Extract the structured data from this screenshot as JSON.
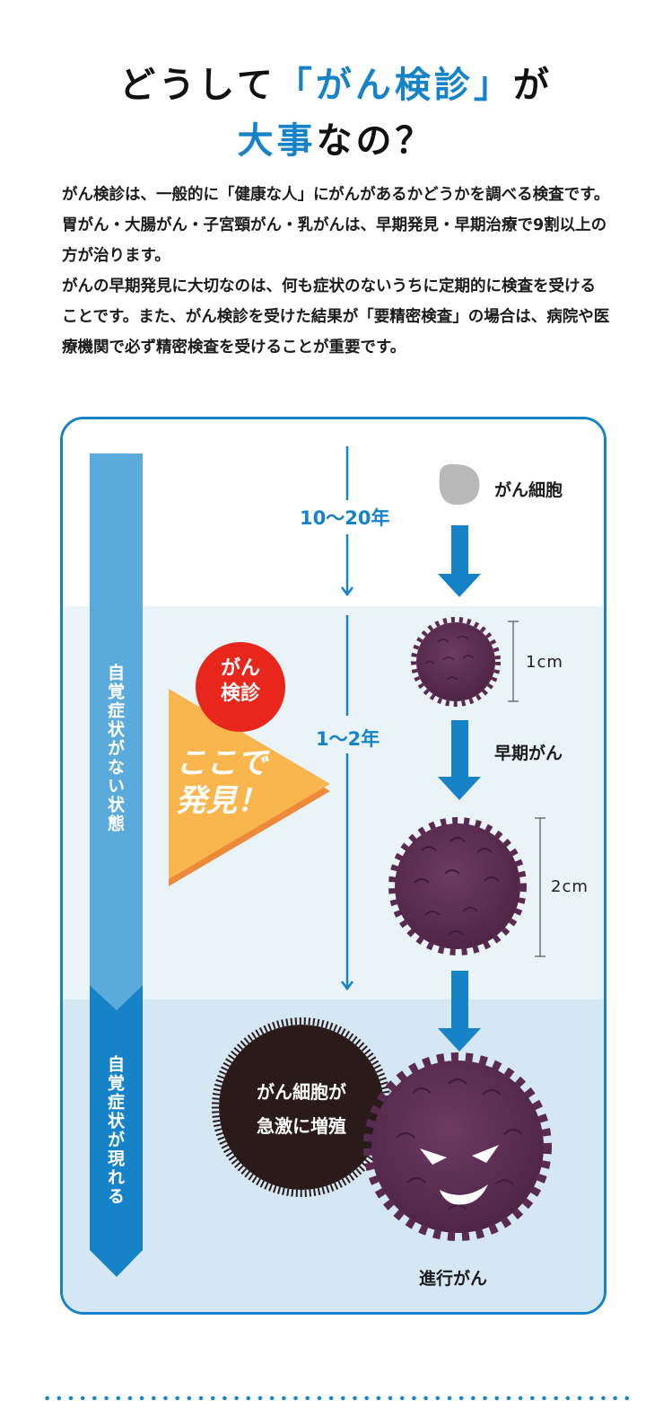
{
  "heading": {
    "line1_pre": "どうして",
    "line1_highlight": "「がん検診」",
    "line1_post": "が",
    "line2_highlight": "大事",
    "line2_post": "なの？"
  },
  "intro": {
    "paragraph1": "がん検診は、一般的に「健康な人」にがんがあるかどうかを調べる検査です。胃がん・大腸がん・子宮頸がん・乳がんは、早期発見・早期治療で9割以上の方が治ります。",
    "paragraph2": "がんの早期発見に大切なのは、何も症状のないうちに定期的に検査を受けることです。また、がん検診を受けた結果が「要精密検査」の場合は、病院や医療機関で必ず精密検査を受けることが重要です。"
  },
  "diagram": {
    "no_symptoms_label": "自覚症状がない状態",
    "symptoms_label": "自覚症状が現れる",
    "period1": "10～20年",
    "period2": "1～2年",
    "stage_cell": "がん細胞",
    "stage_early": "早期がん",
    "stage_advanced": "進行がん",
    "size_1": "1cm",
    "size_2": "2cm",
    "screening_badge": "がん\n検診",
    "detect_here": "ここで\n発見！",
    "rapid_growth": "がん細胞が\n急激に増殖"
  },
  "colors": {
    "brand_blue": "#1683c8",
    "light_blue": "#5aabdc",
    "badge_red": "#e8261c",
    "triangle_orange": "#f8b64c",
    "cancer_purple": "#5e2f55",
    "dark_cell": "#2a1a1a"
  }
}
